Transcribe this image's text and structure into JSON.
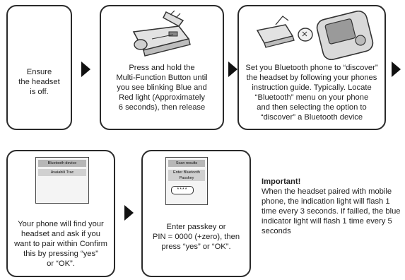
{
  "steps": [
    {
      "text": "Ensure\nthe headset\nis off."
    },
    {
      "text": "Press and hold the\nMulti-Function Button until\nyou see blinking Blue and\nRed light (Approximately\n6 seconds), then release"
    },
    {
      "text": "Set you Bluetooth phone to “discover”\nthe headset by following your phones\ninstruction guide. Typically. Locate\n“Bluetooth” menu on your phone\nand then selecting the option to\n“discover” a Bluetooth device"
    },
    {
      "text": "Your phone will find your\nheadset and ask if you\nwant to pair within Confirm\nthis by pressing “yes”\nor “OK”."
    },
    {
      "text": "Enter passkey or\nPIN = 0000 (+zero), then\npress “yes” or “OK”."
    }
  ],
  "screen4": {
    "bar1": "Bluetooth device",
    "bar2": "Avaiabili Trac"
  },
  "screen5": {
    "bar1": "Scan results",
    "bar2": "Enter Bluetooth Passkey",
    "pin": "****"
  },
  "important": {
    "heading": "Important!",
    "body": "When the headset paired with mobile phone, the indication light will flash 1 time every 3 seconds. If failled, the blue indicator light will flash 1 time every 5 seconds"
  }
}
